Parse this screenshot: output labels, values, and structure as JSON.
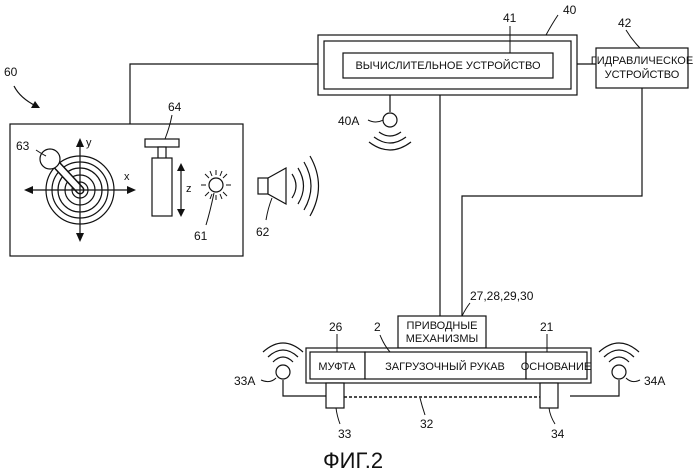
{
  "diagram": {
    "caption": "ФИГ.2",
    "boxes": {
      "computing": "ВЫЧИСЛИТЕЛЬНОЕ УСТРОЙСТВО",
      "hydraulic_line1": "ГИДРАВЛИЧЕСКОЕ",
      "hydraulic_line2": "УСТРОЙСТВО",
      "drives_line1": "ПРИВОДНЫЕ",
      "drives_line2": "МЕХАНИЗМЫ",
      "coupling": "МУФТА",
      "arm": "ЗАГРУЗОЧНЫЙ РУКАВ",
      "base": "ОСНОВАНИЕ"
    },
    "refs": {
      "r40": "40",
      "r41": "41",
      "r42": "42",
      "r40a": "40A",
      "r60": "60",
      "r63": "63",
      "r64": "64",
      "r61": "61",
      "r62": "62",
      "r27": "27,28,29,30",
      "r26": "26",
      "r2": "2",
      "r21": "21",
      "r33a": "33A",
      "r34a": "34A",
      "r33": "33",
      "r32": "32",
      "r34": "34"
    },
    "axes": {
      "x": "x",
      "y": "y",
      "z": "z"
    }
  }
}
